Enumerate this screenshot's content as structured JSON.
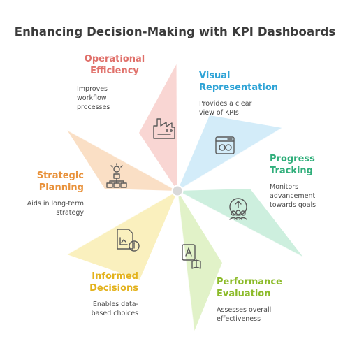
{
  "title": "Enhancing Decision-Making with KPI Dashboards",
  "items": [
    {
      "heading": "Operational Efficiency",
      "heading_lines": [
        "Operational",
        "Efficiency"
      ],
      "description": "Improves workflow processes",
      "description_lines": [
        "Improves",
        "workflow",
        "processes"
      ],
      "color": "#e0706a",
      "fill": "#f9d3cf",
      "icon": "factory-icon"
    },
    {
      "heading": "Visual Representation",
      "heading_lines": [
        "Visual",
        "Representation"
      ],
      "description": "Provides a clear view of KPIs",
      "description_lines": [
        "Provides a clear",
        "view of KPIs"
      ],
      "color": "#2ea3d6",
      "fill": "#cfeaf9",
      "icon": "browser-window-icon"
    },
    {
      "heading": "Progress Tracking",
      "heading_lines": [
        "Progress",
        "Tracking"
      ],
      "description": "Monitors advancement towards goals",
      "description_lines": [
        "Monitors",
        "advancement",
        "towards goals"
      ],
      "color": "#2fae7a",
      "fill": "#c9eedb",
      "icon": "team-growth-icon"
    },
    {
      "heading": "Performance Evaluation",
      "heading_lines": [
        "Performance",
        "Evaluation"
      ],
      "description": "Assesses overall effectiveness",
      "description_lines": [
        "Assesses overall",
        "effectiveness"
      ],
      "color": "#8cbb2a",
      "fill": "#def1c3",
      "icon": "evaluation-book-icon"
    },
    {
      "heading": "Informed Decisions",
      "heading_lines": [
        "Informed",
        "Decisions"
      ],
      "description": "Enables data-based choices",
      "description_lines": [
        "Enables data-",
        "based choices"
      ],
      "color": "#e3b21c",
      "fill": "#faefb8",
      "icon": "data-document-icon"
    },
    {
      "heading": "Strategic Planning",
      "heading_lines": [
        "Strategic",
        "Planning"
      ],
      "description": "Aids in long-term strategy",
      "description_lines": [
        "Aids in long-term",
        "strategy"
      ],
      "color": "#e8913a",
      "fill": "#fadcc0",
      "icon": "strategy-idea-icon"
    }
  ],
  "colors": {
    "title": "#3b3b3b",
    "center": "#d9d9d9",
    "icon_stroke": "#5a5a5a"
  }
}
